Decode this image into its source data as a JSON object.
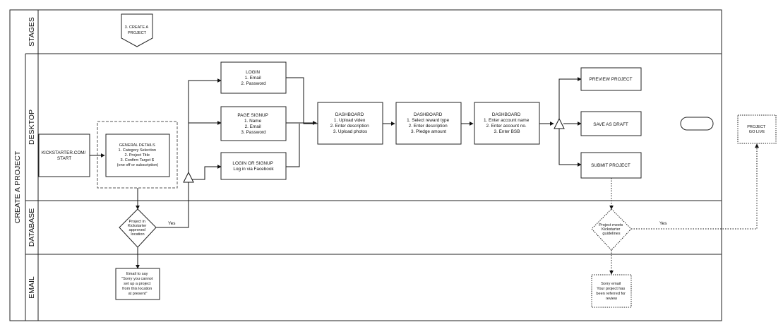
{
  "lanes": {
    "group": "CREATE A PROJECT",
    "stages": "STAGES",
    "desktop": "DESKTOP",
    "database": "DATABASE",
    "email": "EMAIL"
  },
  "stage_marker": [
    "3. CREATE A",
    "PROJECT"
  ],
  "nodes": {
    "start": [
      "KICKSTARTER.COM/",
      "START"
    ],
    "general_details": [
      "GENERAL DETAILS",
      "1. Category Selection",
      "2. Project Title",
      "3. Confirm Target $",
      "(one off or subscription)"
    ],
    "login": [
      "LOGIN",
      "1. Email",
      "2. Password"
    ],
    "page_signup": [
      "PAGE SIGNUP",
      "1. Name",
      "2. Email",
      "3. Password"
    ],
    "login_or_signup": [
      "LOGIN OR SIGNUP",
      "Log in via Facebook"
    ],
    "dashboard_1": [
      "DASHBOARD",
      "1. Upload video",
      "2. Enter description",
      "3. Upload photos"
    ],
    "dashboard_2": [
      "DASHBOARD",
      "1. Select reward type",
      "2. Enter description",
      "3. Pledge amount"
    ],
    "dashboard_3": [
      "DASHBOARD",
      "1. Enter account name",
      "2. Enter account no.",
      "3. Enter BSB"
    ],
    "preview_project": [
      "PREVIEW PROJECT"
    ],
    "save_as_draft": [
      "SAVE AS DRAFT"
    ],
    "submit_project": [
      "SUBMIT PROJECT"
    ],
    "project_go_live": [
      "PROJECT",
      "GO LIVE"
    ],
    "location_check": [
      "Project in",
      "Kickstarter",
      "approved",
      "location"
    ],
    "guidelines_check": [
      "Project meets",
      "Kickstarter",
      "guidelines"
    ],
    "location_email": [
      "Email to say",
      "\"Sorry you cannot",
      "set up a project",
      "from this location",
      "at present\""
    ],
    "review_email": [
      "Sorry email",
      "Your project has",
      "been referred for",
      "review"
    ]
  },
  "edge_labels": {
    "location_yes": "Yes",
    "guidelines_yes": "Yes"
  }
}
